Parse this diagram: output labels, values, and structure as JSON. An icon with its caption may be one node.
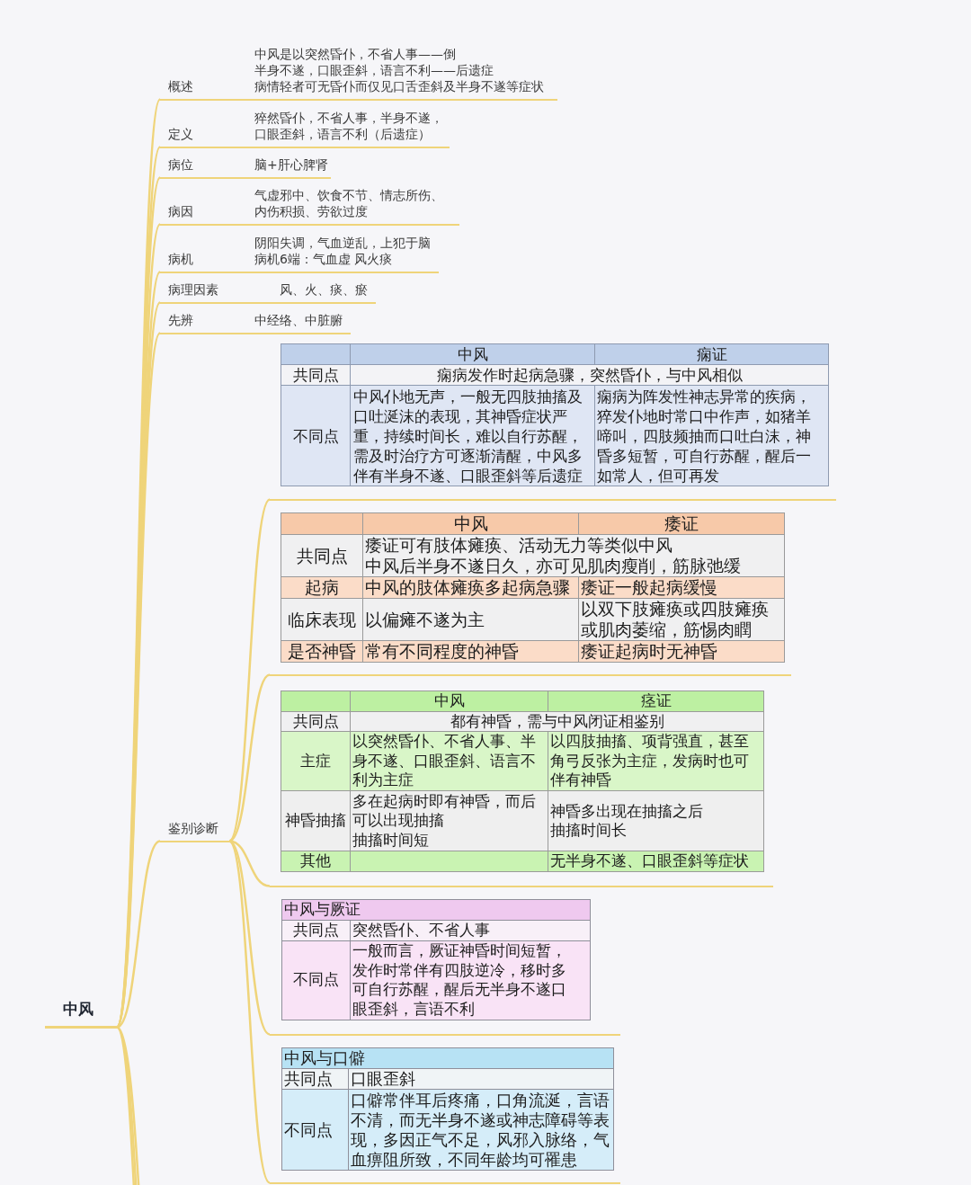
{
  "diagram": {
    "nodes": [
      {
        "text": [
          "中风"
        ]
      },
      {
        "text": [
          "概述",
          "中风是以突然昏仆，不省人事——倒",
          "半身不遂，口眼歪斜，语言不利——后遗症",
          "病情轻者可无昏仆而仅见口舌歪斜及半身不遂等症状"
        ]
      },
      {
        "text": [
          "定义",
          "猝然昏仆，不省人事，半身不遂，口眼歪斜，语言不利（后遗症）"
        ]
      },
      {
        "text": [
          "病位",
          "脑+肝心脾肾"
        ]
      },
      {
        "text": [
          "病因",
          "气虚邪中、饮食不节、情志所伤、内伤积损、劳欲过度"
        ]
      },
      {
        "text": [
          "病机",
          "阴阳失调，气血逆乱，上犯于脑",
          "病机6端：气血虚 风火痰"
        ]
      },
      {
        "text": [
          "病理因素",
          "风、火、痰、瘀"
        ]
      },
      {
        "text": [
          "先辨",
          "中经络、中脏腑"
        ]
      },
      {
        "text": [
          "鉴别诊断"
        ]
      },
      {
        "text": [
          "中风",
          "痫证",
          "共同点",
          "痫病发作时起病急骤，突然昏仆，与中风相似",
          "不同点",
          "中风仆地无声，一般无四肢抽搐及口吐涎沫的表现，其神昏症状严重，持续时间长，难以自行苏醒，需及时治疗方可逐渐清醒，中风多伴有半身不遂、口眼歪斜等后遗症",
          "痫病为阵发性神志异常的疾病，猝发仆地时常口中作声，如猪羊啼叫，四肢频抽而口吐白沫，神昏多短暂，可自行苏醒，醒后一如常人，但可再发"
        ]
      },
      {
        "text": [
          "中风",
          "痿证",
          "共同点",
          "痿证可有肢体瘫痪、活动无力等类似中风",
          "中风后半身不遂日久，亦可见肌肉瘦削，筋脉弛缓",
          "起病",
          "中风的肢体瘫痪多起病急骤",
          "痿证一般起病缓慢",
          "临床表现",
          "以偏瘫不遂为主",
          "以双下肢瘫痪或四肢瘫痪",
          "或肌肉萎缩，筋惕肉瞤",
          "是否神昏",
          "常有不同程度的神昏",
          "痿证起病时无神昏"
        ]
      },
      {
        "text": [
          "中风",
          "痉证",
          "共同点",
          "都有神昏，需与中风闭证相鉴别",
          "主症",
          "以突然昏仆、不省人事、半身不遂、口眼歪斜、语言不利为主症",
          "以四肢抽搐、项背强直，甚至角弓反张为主症，发病时也可伴有神昏",
          "神昏抽搐",
          "多在起病时即有神昏，而后可以出现抽搐",
          "抽搐时间短",
          "神昏多出现在抽搐之后",
          "抽搐时间长",
          "其他",
          "无半身不遂、口眼歪斜等症状"
        ]
      },
      {
        "text": [
          "中风与厥证",
          "共同点",
          "突然昏仆、不省人事",
          "不同点",
          "一般而言，厥证神昏时间短暂，发作时常伴有四肢逆冷，移时多可自行苏醒，醒后无半身不遂口眼歪斜，言语不利"
        ]
      },
      {
        "text": [
          "中风与口僻",
          "共同点",
          "口眼歪斜",
          "不同点",
          "口僻常伴耳后疼痛，口角流涎，言语不清，而无半身不遂或神志障碍等表现，多因正气不足，风邪入脉络，气血痹阻所致，不同年龄均可罹患"
        ]
      }
    ],
    "edges": [
      {
        "from": 0,
        "to": 1,
        "arrow": "none"
      },
      {
        "from": 0,
        "to": 2,
        "arrow": "none"
      },
      {
        "from": 0,
        "to": 3,
        "arrow": "none"
      },
      {
        "from": 0,
        "to": 4,
        "arrow": "none"
      },
      {
        "from": 0,
        "to": 5,
        "arrow": "none"
      },
      {
        "from": 0,
        "to": 6,
        "arrow": "none"
      },
      {
        "from": 0,
        "to": 7,
        "arrow": "none"
      },
      {
        "from": 0,
        "to": 8,
        "arrow": "none"
      },
      {
        "from": 8,
        "to": 9,
        "arrow": "none"
      },
      {
        "from": 8,
        "to": 10,
        "arrow": "none"
      },
      {
        "from": 8,
        "to": 11,
        "arrow": "none"
      },
      {
        "from": 8,
        "to": 12,
        "arrow": "none"
      },
      {
        "from": 8,
        "to": 13,
        "arrow": "none"
      },
      {
        "from": 0,
        "to": null,
        "arrow": "none"
      },
      {
        "from": 0,
        "to": null,
        "arrow": "none"
      },
      {
        "from": 0,
        "to": null,
        "arrow": "none"
      }
    ]
  }
}
